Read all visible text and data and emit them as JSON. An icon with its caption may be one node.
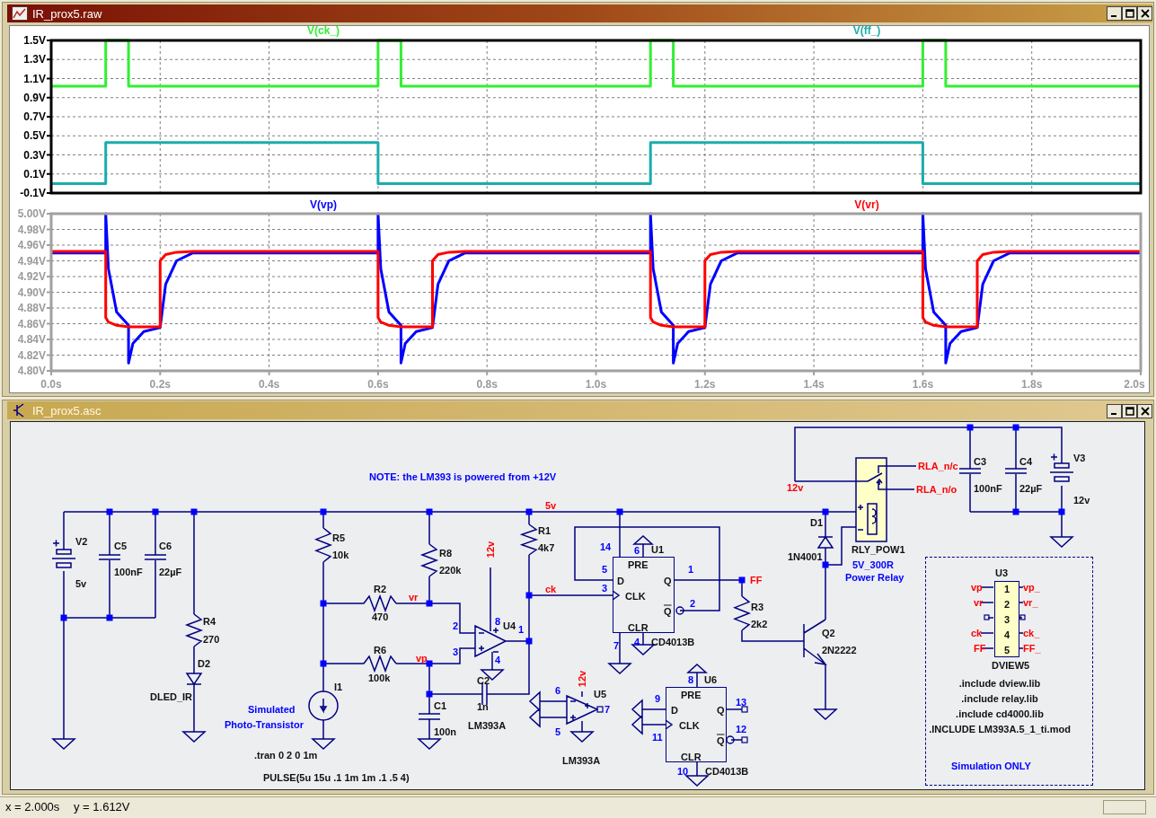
{
  "diagram": {
    "nodes": [
      {
        "text": [
          "PRE",
          "D",
          "CLK",
          "Q",
          "Q",
          "CLR"
        ],
        "beside": [
          "U1",
          "CD4013B",
          "14",
          "6",
          "5",
          "1",
          "3",
          "2",
          "7",
          "4"
        ]
      },
      {
        "text": [
          "PRE",
          "D",
          "CLK",
          "Q",
          "Q",
          "CLR"
        ],
        "beside": [
          "U6",
          "CD4013B",
          "8",
          "9",
          "13",
          "12",
          "11",
          "10"
        ]
      },
      {
        "text": [
          ".include dview.lib",
          ".include relay.lib",
          ".include cd4000.lib",
          ".INCLUDE LM393A.5_1_ti.mod",
          "Simulation ONLY"
        ]
      },
      {
        "text": [
          "1",
          "2",
          "3",
          "4",
          "5"
        ],
        "beside": [
          "U3",
          "DVIEW5"
        ],
        "in": 2
      }
    ],
    "labels": [
      "IR_prox5.raw",
      "IR_prox5.asc",
      "NOTE: the LM393 is powered from +12V",
      "12v",
      "RLA_n/c",
      "RLA_n/o",
      "C3",
      "100nF",
      "C4",
      "22µF",
      "V3",
      "12v",
      "5v",
      "V2",
      "C5",
      "C6",
      "5v",
      "100nF",
      "22µF",
      "R5",
      "10k",
      "R8",
      "220k",
      "R1",
      "4k7",
      "12v",
      "ck",
      "FF",
      "D1",
      "1N4001",
      "RLY_POW1",
      "5V_300R",
      "Power Relay",
      "R2",
      "vr",
      "470",
      "R3",
      "2k2",
      "2",
      "8",
      "U4",
      "1",
      "R4",
      "270",
      "Q2",
      "2N2222",
      "R6",
      "vp",
      "3",
      "4",
      "D2",
      "100k",
      "C2",
      "I1",
      "12v",
      "6",
      "U5",
      "DLED_IR",
      "C1",
      "1n",
      "Simulated",
      "7",
      "Photo-Transistor",
      "LM393A",
      "100n",
      "5",
      ".tran 0 2 0 1m",
      "LM393A",
      "PULSE(5u 15u .1 1m 1m .1 .5 4)",
      "vp",
      "vp_",
      "vr",
      "vr_",
      "ck",
      "ck_",
      "FF",
      "FF_",
      "x = 2.000s",
      "y = 1.612V"
    ],
    "chart_data": [
      {
        "type": "line",
        "grid": true,
        "xlim": [
          0,
          2
        ],
        "ylim": [
          -0.1,
          1.5
        ],
        "yticks": [
          {
            "value": 1.5,
            "label": "1.5V"
          },
          {
            "value": 1.3,
            "label": "1.3V"
          },
          {
            "value": 1.1,
            "label": "1.1V"
          },
          {
            "value": 0.9,
            "label": "0.9V"
          },
          {
            "value": 0.7,
            "label": "0.7V"
          },
          {
            "value": 0.5,
            "label": "0.5V"
          },
          {
            "value": 0.3,
            "label": "0.3V"
          },
          {
            "value": 0.1,
            "label": "0.1V"
          },
          {
            "value": -0.1,
            "label": "-0.1V"
          }
        ],
        "x": [
          0,
          0.1,
          0.1,
          0.142,
          0.142,
          0.6,
          0.6,
          0.642,
          0.642,
          1.1,
          1.1,
          1.142,
          1.142,
          1.6,
          1.6,
          1.642,
          1.642,
          2.0
        ],
        "series": [
          {
            "name": "V(ck_)",
            "color": "#33ee33",
            "values": [
              1.02,
              1.02,
              1.5,
              1.5,
              1.02,
              1.02,
              1.5,
              1.5,
              1.02,
              1.02,
              1.5,
              1.5,
              1.02,
              1.02,
              1.5,
              1.5,
              1.02,
              1.02
            ]
          },
          {
            "name": "V(ff_)",
            "color": "#1aacac",
            "values": [
              0,
              0,
              0.43,
              0.43,
              0.43,
              0.43,
              0,
              0,
              0,
              0,
              0.43,
              0.43,
              0.43,
              0.43,
              0,
              0,
              0,
              0
            ]
          }
        ]
      },
      {
        "type": "line",
        "grid": true,
        "xlim": [
          0,
          2
        ],
        "ylim": [
          4.8,
          5.0
        ],
        "xticks": [
          {
            "value": 0,
            "label": "0.0s"
          },
          {
            "value": 0.2,
            "label": "0.2s"
          },
          {
            "value": 0.4,
            "label": "0.4s"
          },
          {
            "value": 0.6,
            "label": "0.6s"
          },
          {
            "value": 0.8,
            "label": "0.8s"
          },
          {
            "value": 1.0,
            "label": "1.0s"
          },
          {
            "value": 1.2,
            "label": "1.2s"
          },
          {
            "value": 1.4,
            "label": "1.4s"
          },
          {
            "value": 1.6,
            "label": "1.6s"
          },
          {
            "value": 1.8,
            "label": "1.8s"
          },
          {
            "value": 2.0,
            "label": "2.0s"
          }
        ],
        "yticks": [
          {
            "value": 5.0,
            "label": "5.00V"
          },
          {
            "value": 4.98,
            "label": "4.98V"
          },
          {
            "value": 4.96,
            "label": "4.96V"
          },
          {
            "value": 4.94,
            "label": "4.94V"
          },
          {
            "value": 4.92,
            "label": "4.92V"
          },
          {
            "value": 4.9,
            "label": "4.90V"
          },
          {
            "value": 4.88,
            "label": "4.88V"
          },
          {
            "value": 4.86,
            "label": "4.86V"
          },
          {
            "value": 4.84,
            "label": "4.84V"
          },
          {
            "value": 4.82,
            "label": "4.82V"
          },
          {
            "value": 4.8,
            "label": "4.80V"
          }
        ],
        "x": [
          0,
          0.1,
          0.1,
          0.105,
          0.12,
          0.142,
          0.142,
          0.15,
          0.17,
          0.2,
          0.2,
          0.21,
          0.23,
          0.26,
          0.6,
          0.6,
          0.605,
          0.62,
          0.642,
          0.642,
          0.65,
          0.67,
          0.7,
          0.7,
          0.71,
          0.73,
          0.76,
          1.1,
          1.1,
          1.105,
          1.12,
          1.142,
          1.142,
          1.15,
          1.17,
          1.2,
          1.2,
          1.21,
          1.23,
          1.26,
          1.6,
          1.6,
          1.605,
          1.62,
          1.642,
          1.642,
          1.65,
          1.67,
          1.7,
          1.7,
          1.71,
          1.73,
          1.76,
          2.0
        ],
        "series": [
          {
            "name": "V(vp)",
            "color": "#0000ff",
            "values": [
              4.95,
              4.95,
              5.0,
              4.93,
              4.875,
              4.858,
              4.81,
              4.835,
              4.85,
              4.855,
              4.855,
              4.91,
              4.94,
              4.95,
              4.95,
              5.0,
              4.93,
              4.875,
              4.858,
              4.81,
              4.835,
              4.85,
              4.855,
              4.855,
              4.91,
              4.94,
              4.95,
              4.95,
              5.0,
              4.93,
              4.875,
              4.858,
              4.81,
              4.835,
              4.85,
              4.855,
              4.855,
              4.91,
              4.94,
              4.95,
              4.95,
              5.0,
              4.93,
              4.875,
              4.858,
              4.81,
              4.835,
              4.85,
              4.855,
              4.855,
              4.91,
              4.94,
              4.95,
              4.95
            ]
          },
          {
            "name": "V(vr)",
            "color": "#ff0000",
            "values": [
              4.952,
              4.952,
              4.868,
              4.862,
              4.858,
              4.856,
              4.856,
              4.856,
              4.856,
              4.856,
              4.94,
              4.948,
              4.951,
              4.952,
              4.952,
              4.868,
              4.862,
              4.858,
              4.856,
              4.856,
              4.856,
              4.856,
              4.856,
              4.94,
              4.948,
              4.951,
              4.952,
              4.952,
              4.868,
              4.862,
              4.858,
              4.856,
              4.856,
              4.856,
              4.856,
              4.856,
              4.94,
              4.948,
              4.951,
              4.952,
              4.952,
              4.868,
              4.862,
              4.858,
              4.856,
              4.856,
              4.856,
              4.856,
              4.856,
              4.94,
              4.948,
              4.951,
              4.952,
              4.952
            ]
          }
        ]
      }
    ]
  }
}
